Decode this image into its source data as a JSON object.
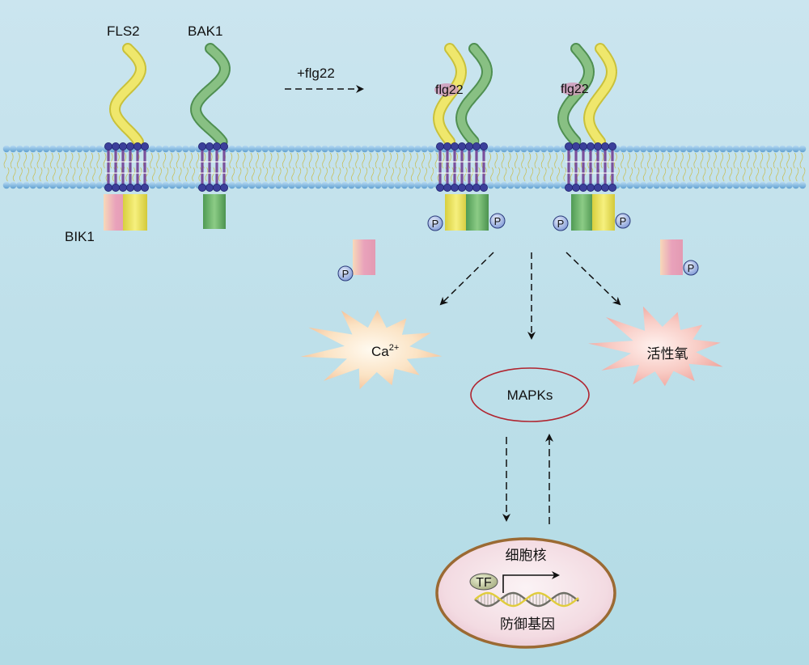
{
  "colors": {
    "background_top": "#c9e4ee",
    "background_bottom": "#b3dce6",
    "fls2": "#ece56a",
    "bak1": "#7fb97c",
    "bik1": "#e6a3b8",
    "phosphate": "#9fb6e0",
    "mapk_ellipse": "#b0242f",
    "nucleus_fill": "#f1d8df",
    "nucleus_border": "#9b6a33",
    "ca_burst": "#f6cca4",
    "ros_burst": "#f3b5ad"
  },
  "labels": {
    "fls2": "FLS2",
    "bak1": "BAK1",
    "bik1": "BIK1",
    "add_flg22": "+flg22",
    "flg22_a": "flg22",
    "flg22_b": "flg22",
    "phosphate": "P",
    "calcium": "Ca",
    "calcium_sup": "2+",
    "ros": "活性氧",
    "mapks": "MAPKs",
    "nucleus": "细胞核",
    "tf": "TF",
    "defense_genes": "防御基因"
  }
}
